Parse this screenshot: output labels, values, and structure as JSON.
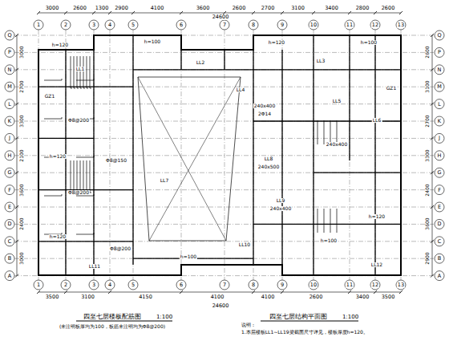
{
  "diagram": {
    "labels": [
      "3000",
      "2600",
      "1300",
      "2900",
      "4100",
      "3600",
      "2600",
      "2700",
      "3100",
      "3400",
      "2800",
      "2600",
      "24600",
      "1",
      "2",
      "3",
      "4",
      "5",
      "6",
      "7",
      "8",
      "9",
      "10",
      "11",
      "12",
      "13",
      "Q",
      "P",
      "N",
      "M",
      "L",
      "K",
      "J",
      "H",
      "G",
      "F",
      "E",
      "D",
      "C",
      "B",
      "A",
      "Q",
      "P",
      "N",
      "M",
      "L",
      "K",
      "J",
      "H",
      "G",
      "F",
      "E",
      "D",
      "C",
      "B",
      "A",
      "3000",
      "2700",
      "3300",
      "2100",
      "3600",
      "2400",
      "3000",
      "2600",
      "3100",
      "2700",
      "3300",
      "2400",
      "3600",
      "2900",
      "h=120",
      "h=100",
      "h=120",
      "h=100",
      "LL1",
      "LL2",
      "LL3",
      "LL4",
      "LL5",
      "LL6",
      "GZ1",
      "GZ1",
      "240x400",
      "240x400",
      "2Φ14",
      "Φ8@200",
      "Φ8@200",
      "Φ8@150",
      "h=120",
      "h=120",
      "LL7",
      "LL8",
      "240x500",
      "LL9",
      "240x400",
      "LL10",
      "h=100",
      "h=120",
      "Φ8@200",
      "h=100",
      "LL11",
      "LL12",
      "1",
      "2",
      "3",
      "4",
      "5",
      "6",
      "7",
      "8",
      "9",
      "10",
      "11",
      "12",
      "13",
      "3500",
      "3100",
      "4150",
      "4100",
      "4100",
      "2600",
      "3400",
      "3500",
      "24600",
      "四至七层楼板配筋图",
      "1:100",
      "(未注明板厚均为100，板筋未注明均为Φ8@200)",
      "四至七层结构平面图",
      "1:100",
      "说明：",
      "1.本层楼板LL1~LL19梁截面尺寸详见，楼板厚度h=120。"
    ]
  }
}
